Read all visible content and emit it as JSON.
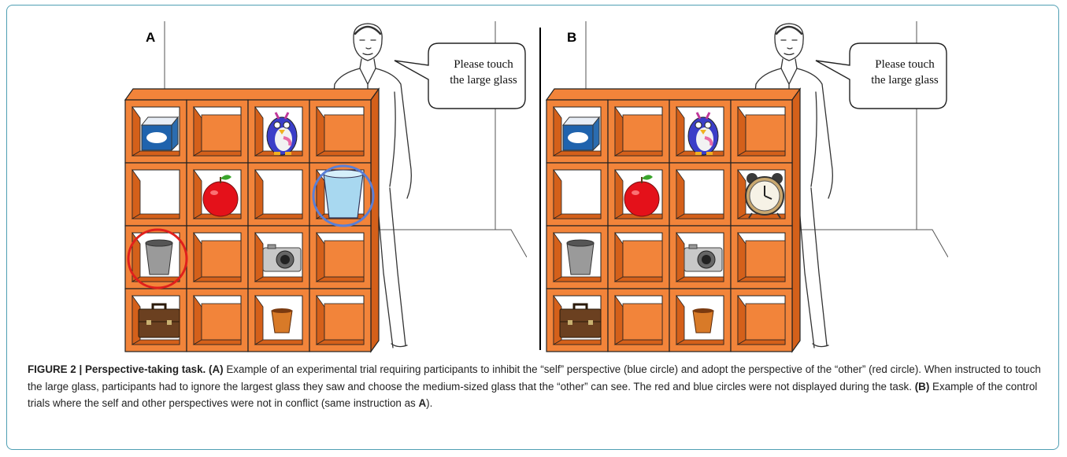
{
  "figure": {
    "panels": [
      {
        "label": "A",
        "speech_line_1": "Please touch",
        "speech_line_2": "the large glass",
        "cells": [
          [
            "tissue-box-icon",
            "",
            "penguin-toy-icon",
            ""
          ],
          [
            "",
            "apple-icon",
            "",
            "large-glass-icon"
          ],
          [
            "medium-glass-icon",
            "",
            "camera-icon",
            ""
          ],
          [
            "briefcase-icon",
            "",
            "small-glass-icon",
            ""
          ]
        ],
        "occluded_cells": [
          [
            0,
            1
          ],
          [
            0,
            3
          ],
          [
            2,
            1
          ],
          [
            2,
            3
          ],
          [
            3,
            1
          ],
          [
            3,
            3
          ]
        ],
        "red_circle_object": "medium-glass",
        "blue_circle_object": "large-glass"
      },
      {
        "label": "B",
        "speech_line_1": "Please touch",
        "speech_line_2": "the large glass",
        "cells": [
          [
            "tissue-box-icon",
            "",
            "penguin-toy-icon",
            ""
          ],
          [
            "",
            "apple-icon",
            "",
            "alarm-clock-icon"
          ],
          [
            "medium-glass-icon",
            "",
            "camera-icon",
            ""
          ],
          [
            "briefcase-icon",
            "",
            "small-glass-icon",
            ""
          ]
        ],
        "occluded_cells": [
          [
            0,
            1
          ],
          [
            0,
            3
          ],
          [
            2,
            1
          ],
          [
            2,
            3
          ],
          [
            3,
            1
          ],
          [
            3,
            3
          ]
        ]
      }
    ],
    "colors": {
      "shelf_front": "#f2843a",
      "shelf_side": "#d4601a",
      "red_circle": "#e0201c",
      "blue_circle": "#5a7fd6",
      "border": "#4f9fb3"
    }
  },
  "caption": {
    "figure_label": "FIGURE 2 | Perspective-taking task.",
    "part_a_label": "(A)",
    "part_a_text": " Example of an experimental trial requiring participants to inhibit the “self” perspective (blue circle) and adopt the perspective of the “other” (red circle). When instructed to touch the large glass, participants had to ignore the largest glass they saw and choose the medium-sized glass that the “other” can see. The red and blue circles were not displayed during the task. ",
    "part_b_label": "(B)",
    "part_b_text": " Example of the control trials where the self and other perspectives were not in conflict (same instruction as ",
    "part_b_ref": "A",
    "part_b_end": ")."
  }
}
